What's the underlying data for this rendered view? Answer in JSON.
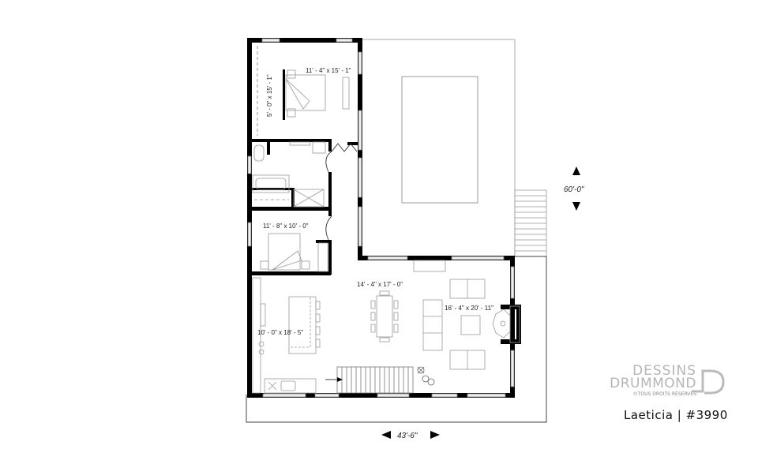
{
  "plan": {
    "title": "Laeticia floor plan",
    "rooms": [
      {
        "id": "master-bedroom",
        "dimensions": "11' - 4\" x 15' - 1\""
      },
      {
        "id": "walk-in-closet",
        "dimensions": "5' - 0\" x 15' - 1\""
      },
      {
        "id": "bedroom-2",
        "dimensions": "11' - 8\" x 10' - 0\""
      },
      {
        "id": "dining-room",
        "dimensions": "14' - 4\" x 17' - 0\""
      },
      {
        "id": "living-room",
        "dimensions": "16' - 4\" x 20' - 11\""
      },
      {
        "id": "kitchen",
        "dimensions": "10' - 0\" x 18' - 5\""
      }
    ],
    "overall_width": "43'-6\"",
    "overall_depth": "60'-0\""
  },
  "brand": {
    "line1": "DESSINS",
    "line2": "DRUMMOND",
    "copyright": "©TOUS DROITS RÉSERVÉS",
    "model": "Laeticia | #3990"
  }
}
